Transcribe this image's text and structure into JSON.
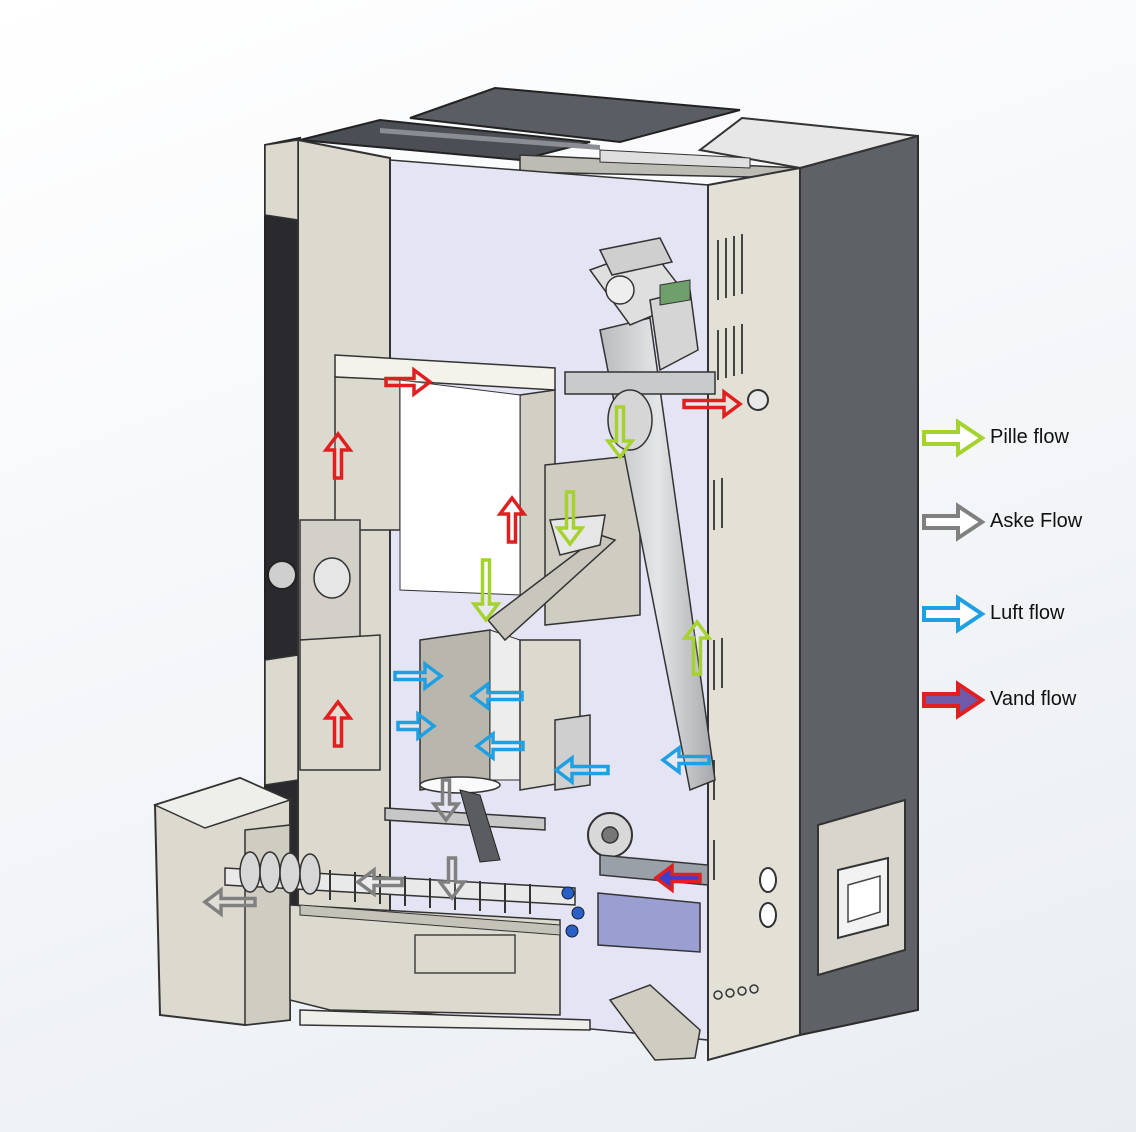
{
  "legend": {
    "items": [
      {
        "label": "Pille flow",
        "color": "#a6d22f",
        "fill": "#ffffff"
      },
      {
        "label": "Aske Flow",
        "color": "#808080",
        "fill": "#ffffff"
      },
      {
        "label": "Luft flow",
        "color": "#1ea0e2",
        "fill": "#ffffff"
      },
      {
        "label": "Vand flow",
        "color": "#e02020",
        "fill": "#6e5aa8"
      }
    ]
  },
  "colors": {
    "pellet": "#a6d22f",
    "ash": "#808080",
    "air": "#1ea0e2",
    "water": "#e02020",
    "panel": "#dcd9ce",
    "panel_light": "#e8e6dd",
    "dark": "#2a2a2e",
    "side": "#5e6166",
    "interior": "#e4e4f4",
    "pipe": "#c7c8ca",
    "box": "#9b9ed0"
  }
}
